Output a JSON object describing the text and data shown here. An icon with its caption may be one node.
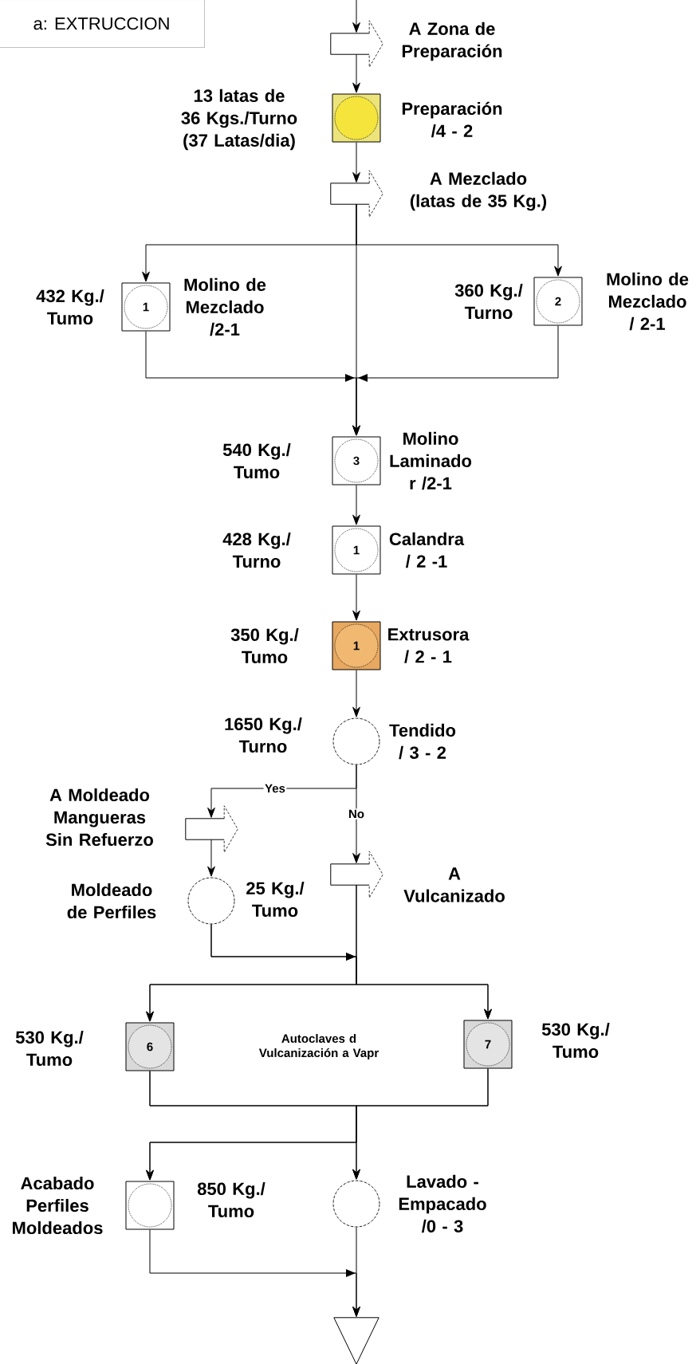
{
  "diagram": {
    "nodes": [
      {
        "text": [
          "a: EXTRUCCION"
        ]
      },
      {
        "text": [
          "A Zona de Preparación"
        ]
      },
      {
        "text": [
          "Preparación /4 - 2"
        ],
        "beside": [
          "13 latas de 36 Kgs./Turno (37 Latas/dia)"
        ]
      },
      {
        "text": [
          "A Mezclado (latas de 35 Kg.)"
        ]
      },
      {
        "text": [
          "1",
          "Molino de Mezclado /2-1"
        ],
        "beside": [
          "432 Kg./ Tumo"
        ]
      },
      {
        "text": [
          "2",
          "Molino de Mezclado / 2-1"
        ],
        "beside": [
          "360 Kg./ Turno"
        ]
      },
      {
        "text": [
          "3",
          "Molino Laminado r /2-1"
        ],
        "beside": [
          "540 Kg./ Tumo"
        ]
      },
      {
        "text": [
          "1",
          "Calandra / 2 -1"
        ],
        "beside": [
          "428 Kg./ Turno"
        ]
      },
      {
        "text": [
          "1",
          "Extrusora / 2 - 1"
        ],
        "beside": [
          "350 Kg./ Tumo"
        ]
      },
      {
        "text": [
          "Tendido / 3 - 2"
        ],
        "beside": [
          "1650 Kg./ Turno"
        ]
      },
      {
        "text": [
          "A Moldeado Mangueras Sin Refuerzo"
        ]
      },
      {
        "text": [
          "A Vulcanizado"
        ]
      },
      {
        "text": [
          "Moldeado de Perfiles"
        ],
        "beside": [
          "25 Kg./ Tumo"
        ]
      },
      {
        "text": [
          "6"
        ],
        "beside": [
          "530 Kg./ Tumo"
        ]
      },
      {
        "text": [
          "7"
        ],
        "beside": [
          "530 Kg./ Tumo"
        ]
      },
      {
        "text": [
          "Acabado Perfiles Moldeados"
        ],
        "beside": [
          "850 Kg./ Tumo"
        ]
      },
      {
        "text": [
          "Lavado - Empacado /0 - 3"
        ]
      },
      {
        "text": [],
        "shape": "triangle"
      }
    ],
    "edges": [
      {
        "from": null,
        "to": 1,
        "arrow": "to"
      },
      {
        "from": 1,
        "to": 2,
        "arrow": "to"
      },
      {
        "from": 2,
        "to": 3,
        "arrow": "to"
      },
      {
        "from": 3,
        "to": 4,
        "arrow": "to"
      },
      {
        "from": 3,
        "to": 5,
        "arrow": "to"
      },
      {
        "from": 3,
        "to": 6,
        "arrow": "to"
      },
      {
        "from": 4,
        "to": 6,
        "arrow": "to"
      },
      {
        "from": 5,
        "to": 6,
        "arrow": "to"
      },
      {
        "from": 6,
        "to": 7,
        "arrow": "to"
      },
      {
        "from": 7,
        "to": 8,
        "arrow": "to"
      },
      {
        "from": 8,
        "to": 9,
        "arrow": "to"
      },
      {
        "from": 9,
        "to": 10,
        "arrow": "to",
        "label": "Yes"
      },
      {
        "from": 9,
        "to": 11,
        "arrow": "to",
        "label": "No"
      },
      {
        "from": 10,
        "to": 12,
        "arrow": "to"
      },
      {
        "from": 12,
        "to": 13,
        "arrow": "to"
      },
      {
        "from": 12,
        "to": 14,
        "arrow": "to"
      },
      {
        "from": 11,
        "to": 13,
        "arrow": "to"
      },
      {
        "from": 11,
        "to": 14,
        "arrow": "to"
      },
      {
        "from": 13,
        "to": 15,
        "arrow": "to"
      },
      {
        "from": 13,
        "to": 16,
        "arrow": "to"
      },
      {
        "from": 14,
        "to": 15,
        "arrow": "to"
      },
      {
        "from": 14,
        "to": 16,
        "arrow": "to"
      },
      {
        "from": 15,
        "to": 17,
        "arrow": "to"
      },
      {
        "from": 16,
        "to": 17,
        "arrow": "to"
      }
    ],
    "labels": [
      "Autoclaves d Vulcanización a Vapr"
    ]
  }
}
